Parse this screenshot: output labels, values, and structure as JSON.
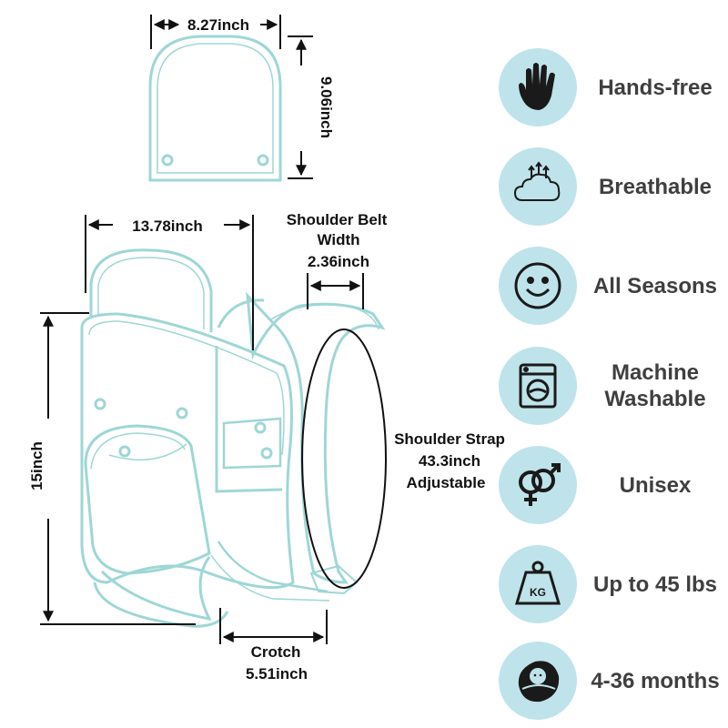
{
  "dimensions": {
    "headrest_width": "8.27inch",
    "headrest_height": "9.06inch",
    "body_width": "13.78inch",
    "body_height": "15inch",
    "shoulder_belt_title_1": "Shoulder Belt",
    "shoulder_belt_title_2": "Width",
    "shoulder_belt_width": "2.36inch",
    "strap_title": "Shoulder Strap",
    "strap_length": "43.3inch",
    "strap_note": "Adjustable",
    "crotch_title": "Crotch",
    "crotch_width": "5.51inch"
  },
  "features": [
    {
      "label": "Hands-free",
      "icon": "hand-icon"
    },
    {
      "label": "Breathable",
      "icon": "breathable-cloud-icon"
    },
    {
      "label": "All Seasons",
      "icon": "smiley-face-icon"
    },
    {
      "label": "Machine\nWashable",
      "icon": "washing-machine-icon"
    },
    {
      "label": "Unisex",
      "icon": "gender-symbol-icon"
    },
    {
      "label": "Up to 45 lbs",
      "icon": "kg-weight-icon"
    },
    {
      "label": "4-36 months",
      "icon": "swaddled-baby-icon"
    }
  ],
  "colors": {
    "outline": "#9fd6d6",
    "icon_circle": "#bfe3ea",
    "icon": "#1a1a1a",
    "label_text": "#3f3f3f",
    "dimension_text": "#111111"
  }
}
